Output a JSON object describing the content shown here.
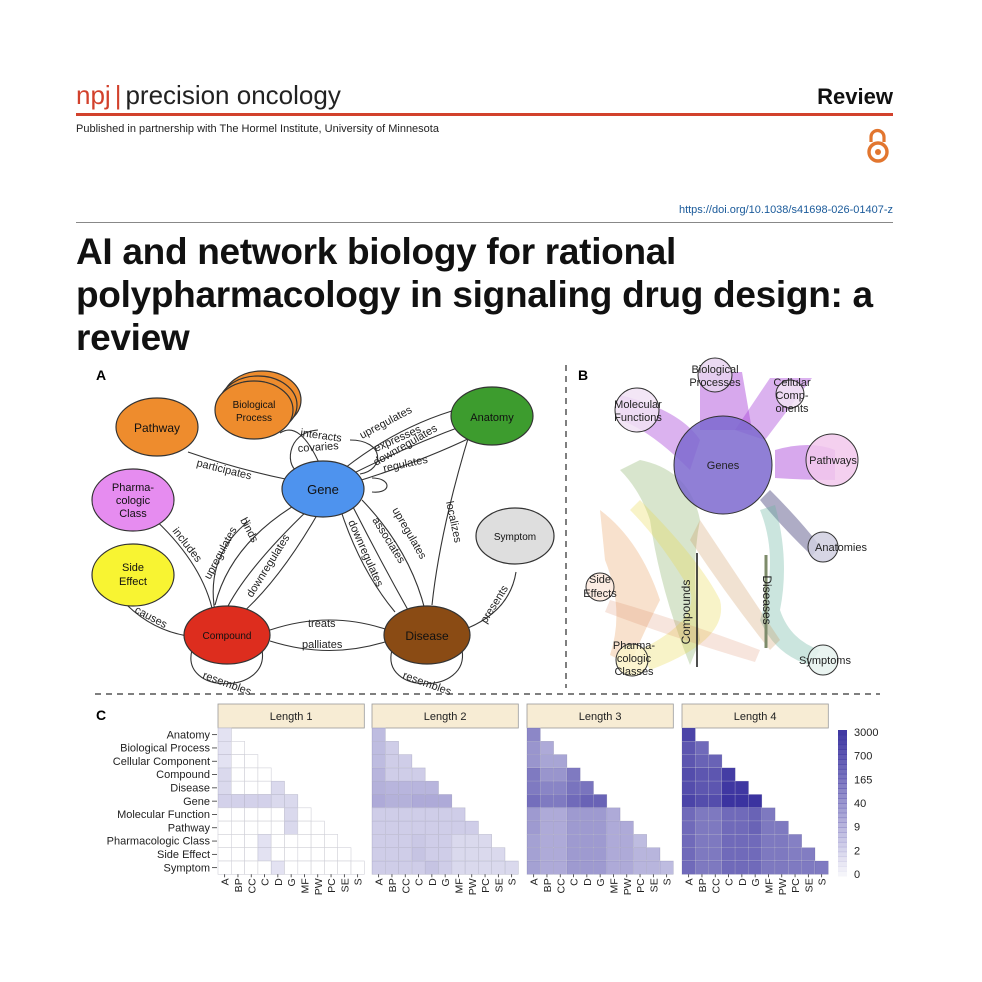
{
  "header": {
    "journal_brand": "npj",
    "journal_separator": "|",
    "journal_name": "precision oncology",
    "article_type": "Review",
    "partnership": "Published in partnership with The Hormel Institute, University of Minnesota",
    "doi": "https://doi.org/10.1038/s41698-026-01407-z"
  },
  "article": {
    "title": "AI and network biology for rational polypharmacology in signaling drug design: a review"
  },
  "colors": {
    "accent": "#d2412c",
    "doi_link": "#1a5a9a",
    "facet_header": "#f7ecd4",
    "heat_low": "#ffffff",
    "heat_high": "#3b33a0"
  },
  "figure": {
    "panel_a": {
      "label": "A",
      "nodes": {
        "pathway": "Pathway",
        "bio_process": [
          "Biological",
          "Process"
        ],
        "anatomy": "Anatomy",
        "pharma_class": [
          "Pharma-",
          "cologic",
          "Class"
        ],
        "gene": "Gene",
        "side_effect": [
          "Side",
          "Effect"
        ],
        "symptom": "Symptom",
        "compound": "Compound",
        "disease": "Disease"
      },
      "edges": {
        "interacts": "interacts",
        "covaries": "covaries",
        "regulates": "regulates",
        "participates": "participates",
        "upregulates_gene_anatomy": "upregulates",
        "expresses": "expresses",
        "downregulates_gene_anatomy": "downregulates",
        "includes": "includes",
        "upregulates_compound_gene": "upregulates",
        "binds": "binds",
        "downregulates_compound_gene": "downregulates",
        "downregulates_disease_gene": "downregulates",
        "associates": "associates",
        "upregulates_disease_gene": "upregulates",
        "localizes": "localizes",
        "presents": "presents",
        "causes": "causes",
        "treats": "treats",
        "palliates": "palliates",
        "resembles_compound": "resembles",
        "resembles_disease": "resembles"
      }
    },
    "panel_b": {
      "label": "B",
      "nodes": {
        "bio_processes": [
          "Biological",
          "Processes"
        ],
        "cellular_components": [
          "Cellular",
          "Comp-",
          "onents"
        ],
        "molecular_functions": [
          "Molecular",
          "Functions"
        ],
        "genes": "Genes",
        "pathways": "Pathways",
        "anatomies": "Anatomies",
        "side_effects": [
          "Side",
          "Effects"
        ],
        "compounds": "Compounds",
        "diseases": "Diseases",
        "symptoms": "Symptoms",
        "pharma_classes": [
          "Pharma-",
          "cologic",
          "Classes"
        ]
      }
    },
    "panel_c": {
      "label": "C"
    }
  },
  "chart_data": {
    "type": "heatmap",
    "facets": [
      "Length 1",
      "Length 2",
      "Length 3",
      "Length 4"
    ],
    "rows": [
      "Anatomy",
      "Biological Process",
      "Cellular Component",
      "Compound",
      "Disease",
      "Gene",
      "Molecular Function",
      "Pathway",
      "Pharmacologic Class",
      "Side Effect",
      "Symptom"
    ],
    "columns": [
      "A",
      "BP",
      "CC",
      "C",
      "D",
      "G",
      "MF",
      "PW",
      "PC",
      "SE",
      "S"
    ],
    "color_scale": "log",
    "legend_ticks": [
      "3000",
      "700",
      "165",
      "40",
      "9",
      "2",
      "0"
    ],
    "values": [
      [
        [
          1
        ],
        [
          1,
          0
        ],
        [
          1,
          0,
          0
        ],
        [
          2,
          0,
          0,
          0
        ],
        [
          2,
          0,
          0,
          0,
          2
        ],
        [
          3,
          3,
          3,
          3,
          2,
          2
        ],
        [
          0,
          0,
          0,
          0,
          0,
          2,
          0
        ],
        [
          0,
          0,
          0,
          0,
          0,
          2,
          0,
          0
        ],
        [
          0,
          0,
          0,
          1,
          0,
          0,
          0,
          0,
          0
        ],
        [
          0,
          0,
          0,
          1,
          0,
          0,
          0,
          0,
          0,
          0
        ],
        [
          0,
          0,
          0,
          0,
          1,
          0,
          0,
          0,
          0,
          0,
          0
        ]
      ],
      [
        [
          9
        ],
        [
          9,
          4
        ],
        [
          9,
          4,
          4
        ],
        [
          12,
          4,
          4,
          4
        ],
        [
          15,
          12,
          12,
          12,
          12
        ],
        [
          20,
          15,
          15,
          20,
          20,
          20
        ],
        [
          4,
          4,
          4,
          4,
          4,
          4,
          4
        ],
        [
          4,
          4,
          4,
          4,
          4,
          4,
          4,
          4
        ],
        [
          4,
          4,
          4,
          5,
          4,
          4,
          2,
          2,
          2
        ],
        [
          4,
          4,
          4,
          6,
          4,
          4,
          2,
          2,
          2,
          2
        ],
        [
          4,
          4,
          4,
          4,
          6,
          4,
          2,
          2,
          2,
          2,
          2
        ]
      ],
      [
        [
          90
        ],
        [
          50,
          20
        ],
        [
          50,
          25,
          25
        ],
        [
          150,
          50,
          50,
          150
        ],
        [
          150,
          100,
          100,
          200,
          200
        ],
        [
          250,
          150,
          150,
          300,
          400,
          400
        ],
        [
          40,
          20,
          20,
          40,
          40,
          40,
          20
        ],
        [
          40,
          20,
          20,
          40,
          40,
          40,
          20,
          20
        ],
        [
          30,
          20,
          20,
          40,
          40,
          40,
          20,
          20,
          9
        ],
        [
          30,
          20,
          20,
          40,
          40,
          40,
          20,
          20,
          12,
          12
        ],
        [
          30,
          20,
          20,
          40,
          40,
          40,
          20,
          20,
          12,
          12,
          9
        ]
      ],
      [
        [
          1500
        ],
        [
          700,
          300
        ],
        [
          700,
          400,
          400
        ],
        [
          1000,
          700,
          700,
          2000
        ],
        [
          1000,
          700,
          700,
          2500,
          2500
        ],
        [
          1500,
          1000,
          1000,
          3000,
          3000,
          3000
        ],
        [
          300,
          165,
          165,
          300,
          300,
          400,
          165
        ],
        [
          300,
          165,
          165,
          300,
          300,
          400,
          165,
          165
        ],
        [
          300,
          165,
          165,
          300,
          300,
          300,
          165,
          165,
          120
        ],
        [
          300,
          165,
          165,
          300,
          300,
          300,
          165,
          165,
          140,
          140
        ],
        [
          300,
          165,
          165,
          300,
          300,
          300,
          165,
          165,
          150,
          150,
          150
        ]
      ]
    ]
  }
}
